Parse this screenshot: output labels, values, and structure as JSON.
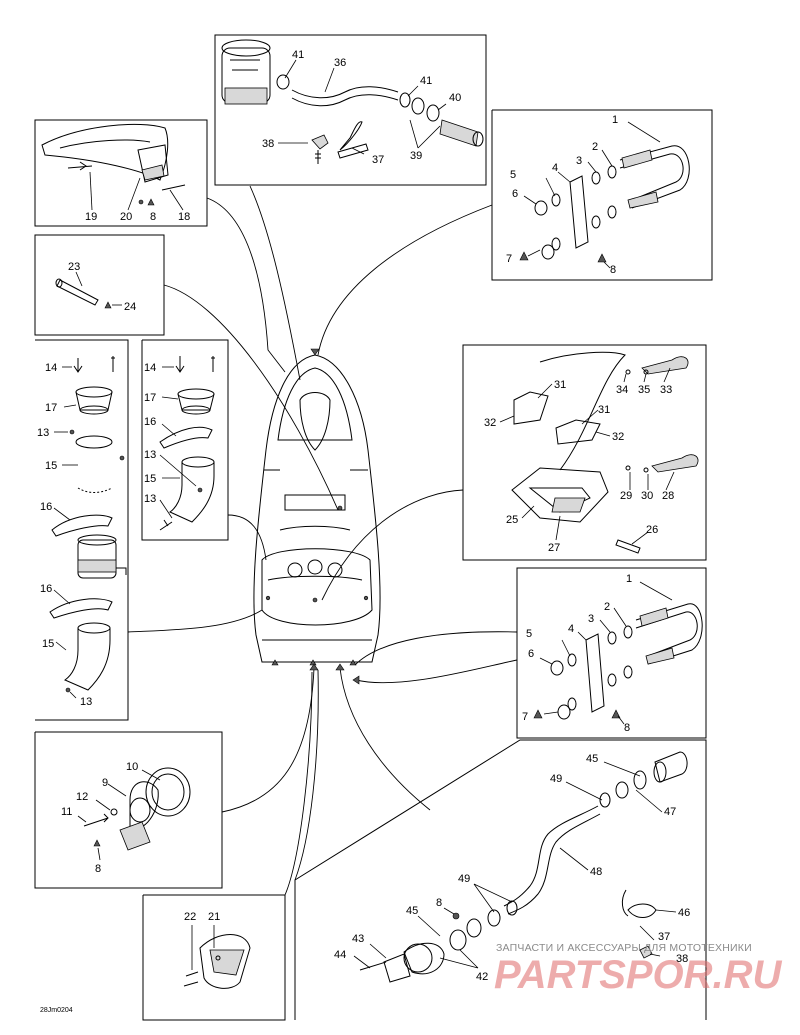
{
  "diagram": {
    "code": "28Jm0204",
    "watermark_line1": "ЗАПЧАСТИ И АКСЕССУАРЫ ДЛЯ МОТОТЕХНИКИ",
    "watermark_line2": "PARTSPOR.RU"
  },
  "callouts": {
    "p1": "1",
    "p2": "2",
    "p3": "3",
    "p4": "4",
    "p5": "5",
    "p6": "6",
    "p7": "7",
    "p8": "8",
    "p9": "9",
    "p10": "10",
    "p11": "11",
    "p12": "12",
    "p13": "13",
    "p14": "14",
    "p15": "15",
    "p16": "16",
    "p17": "17",
    "p18": "18",
    "p19": "19",
    "p20": "20",
    "p21": "21",
    "p22": "22",
    "p23": "23",
    "p24": "24",
    "p25": "25",
    "p26": "26",
    "p27": "27",
    "p28": "28",
    "p29": "29",
    "p30": "30",
    "p31": "31",
    "p32": "32",
    "p33": "33",
    "p34": "34",
    "p35": "35",
    "p36": "36",
    "p37": "37",
    "p38": "38",
    "p39": "39",
    "p40": "40",
    "p41": "41",
    "p42": "42",
    "p43": "43",
    "p44": "44",
    "p45": "45",
    "p46": "46",
    "p47": "47",
    "p48": "48",
    "p49": "49"
  },
  "colors": {
    "line": "#000000",
    "watermark_red": "#e06a6a",
    "watermark_gray": "#8a8a8a"
  }
}
